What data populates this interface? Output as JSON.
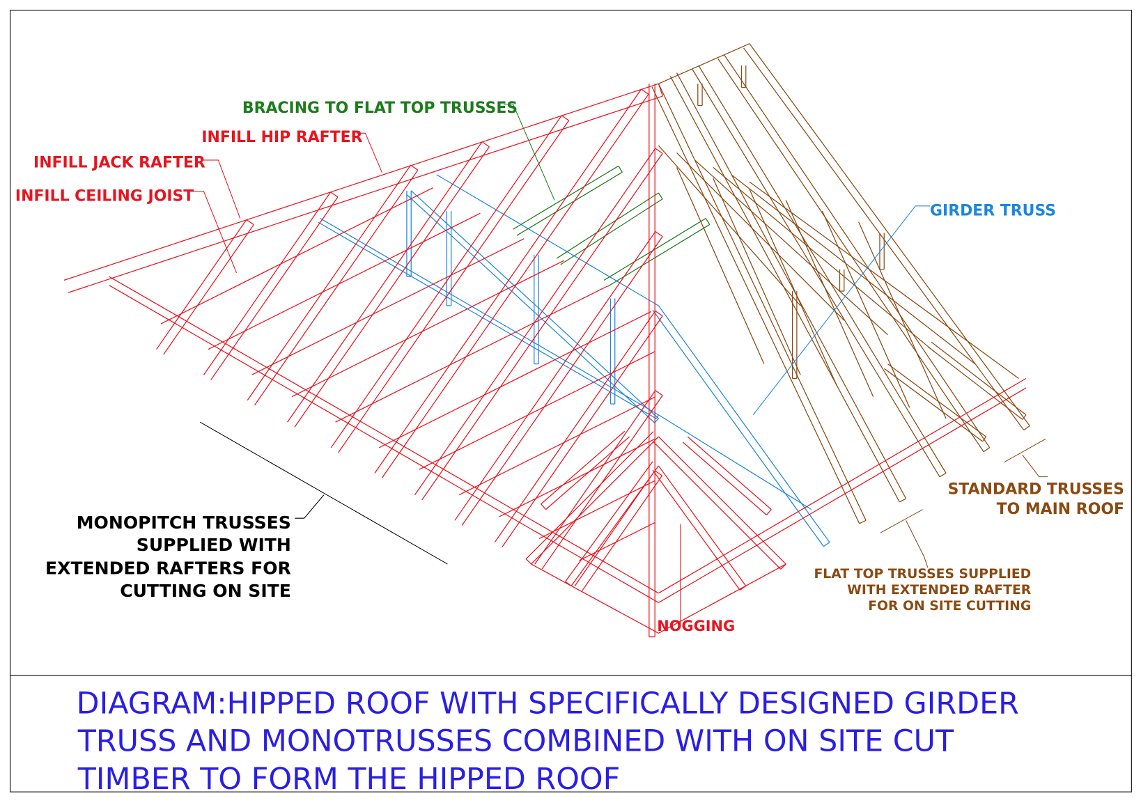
{
  "colors": {
    "red": "#e8141e",
    "green": "#1b7d1b",
    "blue": "#1c86e0",
    "brown": "#8a4a12",
    "black": "#000000",
    "title": "#2a1ee6"
  },
  "labels": {
    "bracing": "BRACING TO FLAT TOP TRUSSES",
    "infill_hip_rafter": "INFILL HIP RAFTER",
    "infill_jack_rafter": "INFILL JACK RAFTER",
    "infill_ceiling_joist": "INFILL CEILING JOIST",
    "girder_truss": "GIRDER TRUSS",
    "standard_trusses": [
      "STANDARD TRUSSES",
      "TO MAIN ROOF"
    ],
    "flat_top_trusses": [
      "FLAT TOP TRUSSES SUPPLIED",
      "WITH EXTENDED RAFTER",
      "FOR ON SITE CUTTING"
    ],
    "monopitch": [
      "MONOPITCH TRUSSES",
      "SUPPLIED WITH",
      "EXTENDED RAFTERS FOR",
      "CUTTING ON SITE"
    ],
    "nogging": "NOGGING"
  },
  "title": [
    "DIAGRAM:HIPPED ROOF WITH SPECIFICALLY DESIGNED GIRDER",
    "TRUSS AND MONOTRUSSES COMBINED WITH ON SITE CUT",
    "TIMBER TO FORM THE HIPPED ROOF"
  ]
}
